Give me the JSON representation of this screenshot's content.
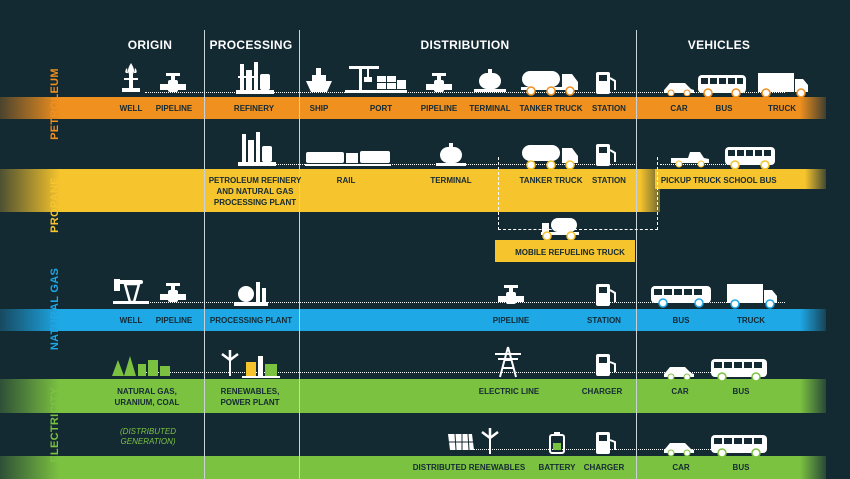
{
  "headers": {
    "origin": "ORIGIN",
    "processing": "PROCESSING",
    "distribution": "DISTRIBUTION",
    "vehicles": "VEHICLES"
  },
  "colors": {
    "background": "#142a33",
    "petroleum": "#f0901e",
    "propane": "#f6c42d",
    "natural_gas": "#1ea8e6",
    "electricity": "#7cc241",
    "icon_white": "#ffffff"
  },
  "rows": {
    "petroleum": {
      "title": "PETROLEUM",
      "labels": {
        "well": "WELL",
        "pipeline": "PIPELINE",
        "refinery": "REFINERY",
        "ship": "SHIP",
        "port": "PORT",
        "pipeline2": "PIPELINE",
        "terminal": "TERMINAL",
        "tanker_truck": "TANKER TRUCK",
        "station": "STATION",
        "car": "CAR",
        "bus": "BUS",
        "truck": "TRUCK"
      }
    },
    "propane": {
      "title": "PROPANE",
      "labels": {
        "plant_line1": "PETROLEUM REFINERY",
        "plant_line2": "AND NATURAL GAS",
        "plant_line3": "PROCESSING PLANT",
        "rail": "RAIL",
        "terminal": "TERMINAL",
        "tanker_truck": "TANKER TRUCK",
        "station": "STATION",
        "pickup_truck": "PICKUP TRUCK",
        "school_bus": "SCHOOL BUS",
        "mobile_truck": "MOBILE REFUELING TRUCK"
      }
    },
    "natural_gas": {
      "title": "NATURAL GAS",
      "labels": {
        "well": "WELL",
        "pipeline": "PIPELINE",
        "processing_plant": "PROCESSING PLANT",
        "pipeline2": "PIPELINE",
        "station": "STATION",
        "bus": "BUS",
        "truck": "TRUCK"
      }
    },
    "electricity": {
      "title": "ELECTRICITY",
      "labels": {
        "origin_line1": "NATURAL GAS,",
        "origin_line2": "URANIUM, COAL",
        "renew_line1": "RENEWABLES,",
        "renew_line2": "POWER PLANT",
        "electric_line": "ELECTRIC LINE",
        "charger": "CHARGER",
        "car": "CAR",
        "bus": "BUS",
        "distributed_line1": "(DISTRIBUTED",
        "distributed_line2": "GENERATION)",
        "distributed_renewables": "DISTRIBUTED RENEWABLES",
        "battery": "BATTERY",
        "charger2": "CHARGER",
        "car2": "CAR",
        "bus2": "BUS"
      }
    }
  }
}
